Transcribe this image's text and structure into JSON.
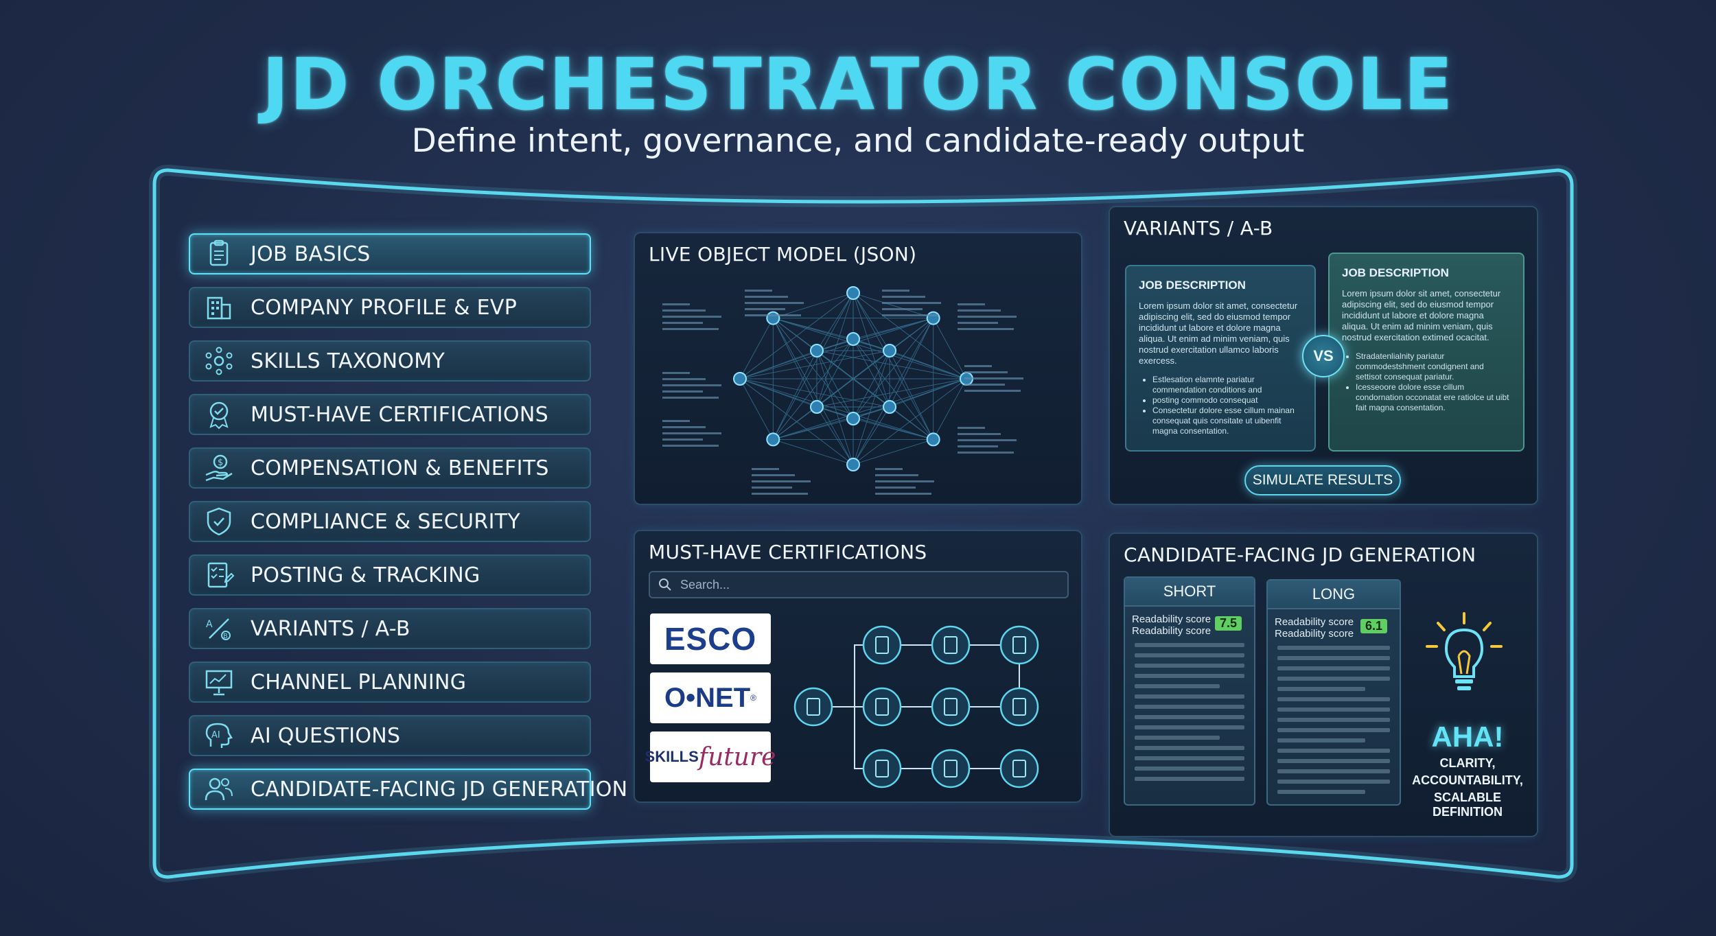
{
  "header": {
    "title": "JD ORCHESTRATOR CONSOLE",
    "subtitle": "Define intent, governance, and candidate-ready output"
  },
  "sidebar": {
    "items": [
      {
        "label": "JOB BASICS",
        "icon": "clipboard-icon",
        "active": true
      },
      {
        "label": "COMPANY PROFILE & EVP",
        "icon": "building-icon",
        "active": false
      },
      {
        "label": "SKILLS TAXONOMY",
        "icon": "network-icon",
        "active": false
      },
      {
        "label": "MUST-HAVE CERTIFICATIONS",
        "icon": "badge-icon",
        "active": false
      },
      {
        "label": "COMPENSATION & BENEFITS",
        "icon": "money-hand-icon",
        "active": false
      },
      {
        "label": "COMPLIANCE & SECURITY",
        "icon": "shield-icon",
        "active": false
      },
      {
        "label": "POSTING & TRACKING",
        "icon": "checklist-icon",
        "active": false
      },
      {
        "label": "VARIANTS / A-B",
        "icon": "ab-split-icon",
        "active": false
      },
      {
        "label": "CHANNEL PLANNING",
        "icon": "presentation-chart-icon",
        "active": false
      },
      {
        "label": "AI QUESTIONS",
        "icon": "ai-head-icon",
        "active": false
      },
      {
        "label": "CANDIDATE-FACING JD GENERATION",
        "icon": "people-icon",
        "active": true
      }
    ]
  },
  "panels": {
    "object_model": {
      "title": "LIVE OBJECT MODEL (JSON)"
    },
    "variants": {
      "title": "VARIANTS / A-B",
      "left": {
        "title": "JOB DESCRIPTION",
        "body": "Lorem ipsum dolor sit amet, consectetur adipiscing elit, sed do eiusmod tempor incididunt ut labore et dolore magna aliqua. Ut enim ad minim veniam, quis nostrud exercitation ullamco laboris exercess.",
        "bullets": [
          "Estlesation elamnte pariatur commendation conditions and",
          "posting commodo consequat",
          "Consectetur dolore esse cillum mainan consequat quis consitate ut uibenfit magna consentation."
        ]
      },
      "right": {
        "title": "JOB DESCRIPTION",
        "body": "Lorem ipsum dolor sit amet, consectetur adipiscing elit, sed do eiusmod tempor incididunt ut labore et dolore magna aliqua. Ut enim ad minim veniam, quis nostrud exercitation extimed ocacitat.",
        "bullets": [
          "Stradatenlialnity pariatur commodestshment condignent and settisot consequat pariatur.",
          "Icesseoore dolore esse cillum condornation occonatat ere ratiolce ut uibt fait magna consentation."
        ]
      },
      "vs_label": "VS",
      "simulate_label": "SIMULATE RESULTS"
    },
    "certifications": {
      "title": "MUST-HAVE CERTIFICATIONS",
      "search_placeholder": "Search...",
      "logos": {
        "esco": "ESCO",
        "onet": "O•NET",
        "onet_mark": "®",
        "skills_a": "SKILLS",
        "skills_b": "future"
      }
    },
    "generation": {
      "title": "CANDIDATE-FACING JD GENERATION",
      "short": {
        "label": "SHORT",
        "score_label_1": "Readability score",
        "score_label_2": "Readability score",
        "score": "7.5"
      },
      "long": {
        "label": "LONG",
        "score_label_1": "Readability score",
        "score_label_2": "Readability score",
        "score": "6.1"
      },
      "aha_title": "AHA!",
      "aha_lines": [
        "CLARITY,",
        "ACCOUNTABILITY,",
        "SCALABLE DEFINITION"
      ]
    }
  },
  "colors": {
    "accent": "#4fd8f2",
    "background": "#1f2c49",
    "score_green": "#5fcf61"
  }
}
